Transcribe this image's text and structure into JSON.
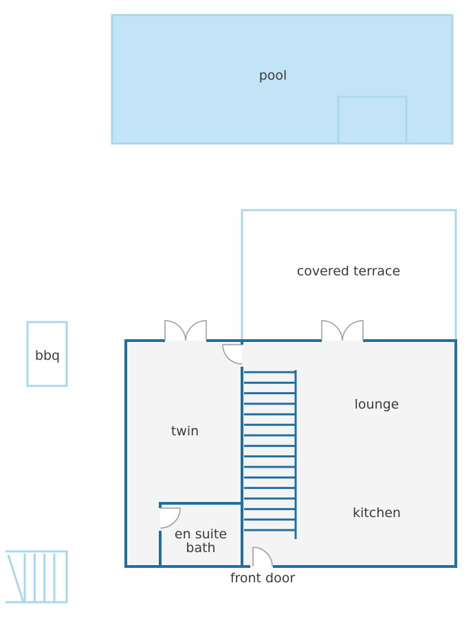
{
  "rooms": {
    "pool": "pool",
    "covered_terrace": "covered terrace",
    "bbq": "bbq",
    "twin": "twin",
    "lounge": "lounge",
    "kitchen": "kitchen",
    "en_suite_line1": "en suite",
    "en_suite_line2": "bath",
    "front_door": "front door"
  },
  "colors": {
    "wall": "#1f6fa0",
    "light_outline": "#a7d8ef",
    "pool_fill": "#c3e4f7",
    "floor_fill": "#f4f4f4",
    "door_stroke": "#9a9a9a"
  },
  "stairs": {
    "tread_count": 16
  },
  "outdoor_steps": {
    "tread_count": 4
  }
}
